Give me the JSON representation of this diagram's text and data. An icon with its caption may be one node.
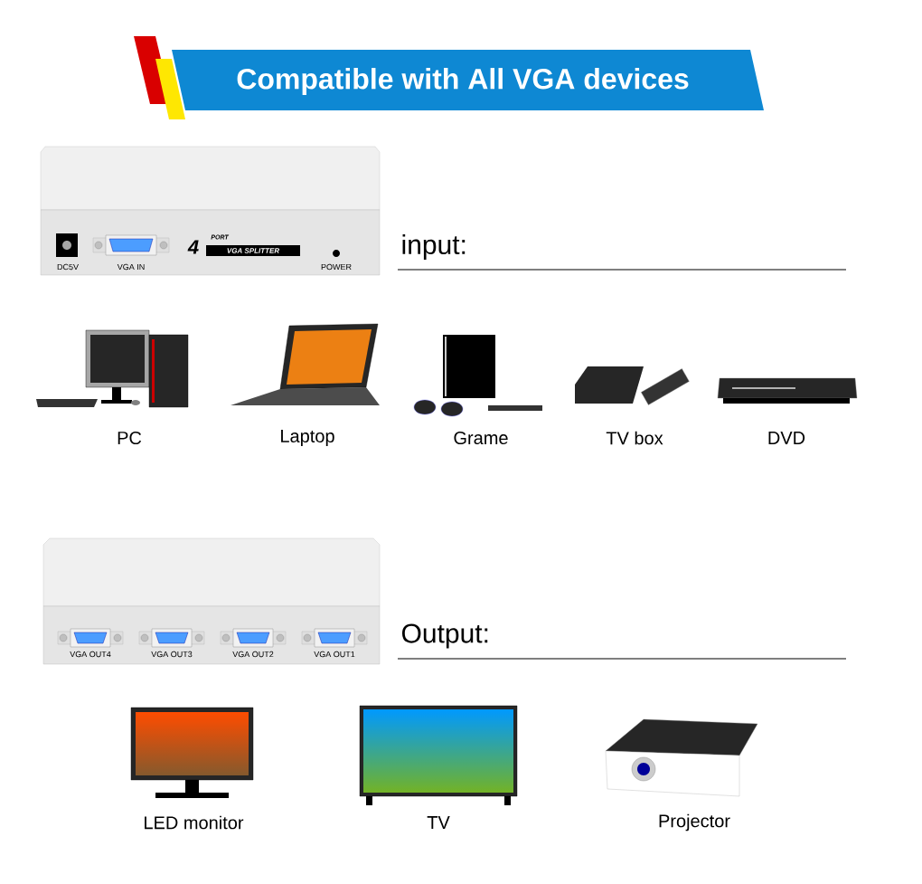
{
  "diagram": {
    "title": "Compatible with All VGA devices",
    "labels": [
      "DC5V",
      "VGA IN",
      "4",
      "PORT",
      "VGA SPLITTER",
      "POWER",
      "input:",
      "PC",
      "Laptop",
      "Grame",
      "TV box",
      "DVD",
      "VGA OUT4",
      "VGA OUT3",
      "VGA OUT2",
      "VGA OUT1",
      "Output:",
      "LED monitor",
      "TV",
      "Projector"
    ]
  }
}
